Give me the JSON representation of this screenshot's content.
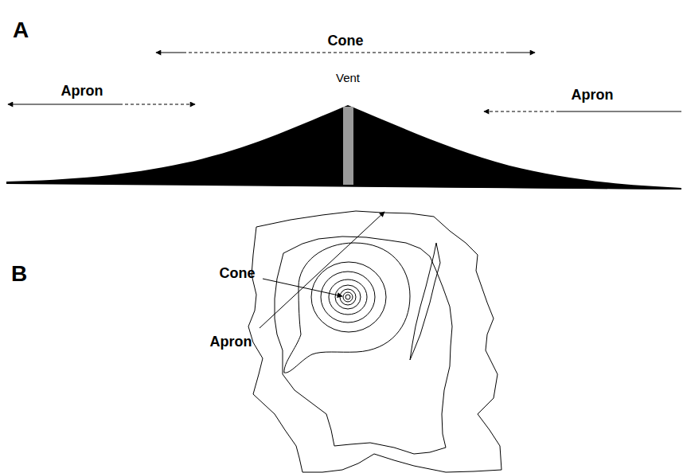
{
  "diagram": {
    "labels": [
      "A",
      "Cone",
      "Vent",
      "Apron",
      "Apron",
      "B",
      "Cone",
      "Apron"
    ]
  }
}
